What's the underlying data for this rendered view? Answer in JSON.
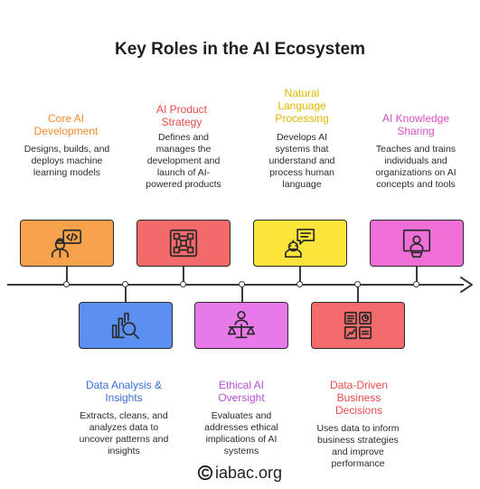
{
  "title": "Key Roles in the AI Ecosystem",
  "roles": [
    {
      "title": "Core AI Development",
      "description": "Designs, builds, and deploys machine learning models",
      "color": "#f7a14a",
      "title_color": "#f08a2c",
      "icon": "developer-icon"
    },
    {
      "title": "Data Analysis & Insights",
      "description": "Extracts, cleans, and analyzes data to uncover patterns and insights",
      "color": "#5b8ff0",
      "title_color": "#3a6fd8",
      "icon": "data-analysis-icon"
    },
    {
      "title": "AI Product Strategy",
      "description": "Defines and manages the development and launch of AI-powered products",
      "color": "#f26a6a",
      "title_color": "#e84b4b",
      "icon": "strategy-icon"
    },
    {
      "title": "Ethical AI Oversight",
      "description": "Evaluates and addresses ethical implications of AI systems",
      "color": "#e879e8",
      "title_color": "#b84fd6",
      "icon": "ethics-scale-icon"
    },
    {
      "title": "Natural Language Processing",
      "description": "Develops AI systems that understand and process human language",
      "color": "#fde43a",
      "title_color": "#e0b800",
      "icon": "language-bot-icon"
    },
    {
      "title": "Data-Driven Business Decisions",
      "description": "Uses data to inform business strategies and improve performance",
      "color": "#f46b6b",
      "title_color": "#e84b4b",
      "icon": "dashboard-icon"
    },
    {
      "title": "AI Knowledge Sharing",
      "description": "Teaches and trains individuals and organizations on AI concepts and tools",
      "color": "#ef6fd6",
      "title_color": "#d94fbf",
      "icon": "teaching-icon"
    }
  ],
  "footer": {
    "text": "iabac.org"
  }
}
